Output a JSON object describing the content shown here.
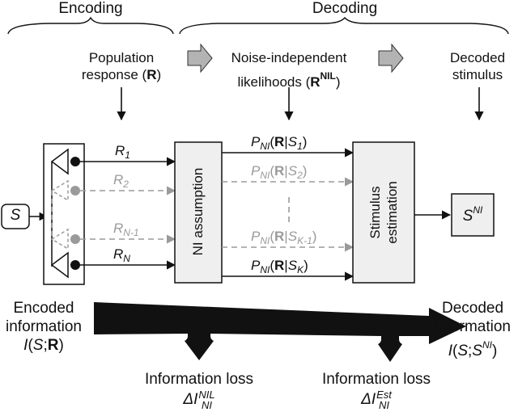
{
  "header": {
    "encoding": "Encoding",
    "decoding": "Decoding"
  },
  "stages": {
    "population_response": "Population response (R)",
    "nil_likelihoods": "Noise-independent likelihoods (R^NIL)",
    "decoded_stimulus": "Decoded stimulus"
  },
  "stimulus": {
    "label": "S"
  },
  "responses": [
    {
      "name": "R1",
      "sym": "R",
      "idx": "1",
      "emphasis": "black"
    },
    {
      "name": "R2",
      "sym": "R",
      "idx": "2",
      "emphasis": "gray"
    },
    {
      "name": "RN-1",
      "sym": "R",
      "idx": "N-1",
      "emphasis": "gray"
    },
    {
      "name": "RN",
      "sym": "R",
      "idx": "N",
      "emphasis": "black"
    }
  ],
  "likelihoods": [
    {
      "name": "PNI(R|S1)",
      "cond": "S",
      "idx": "1",
      "emphasis": "black"
    },
    {
      "name": "PNI(R|S2)",
      "cond": "S",
      "idx": "2",
      "emphasis": "gray"
    },
    {
      "name": "PNI(R|SK-1)",
      "cond": "S",
      "idx": "K-1",
      "emphasis": "gray"
    },
    {
      "name": "PNI(R|SK)",
      "cond": "S",
      "idx": "K",
      "emphasis": "black"
    }
  ],
  "boxes": {
    "ni_assumption": "NI assumption",
    "stimulus_estimation_line1": "Stimulus",
    "stimulus_estimation_line2": "estimation",
    "output": "S^NI"
  },
  "information": {
    "encoded_line1": "Encoded",
    "encoded_line2": "information",
    "encoded_expr": "I(S;R)",
    "decoded_line1": "Decoded",
    "decoded_line2": "information",
    "decoded_expr": "I(S;S^NI)",
    "loss1_label": "Information loss",
    "loss1_sym": "ΔI",
    "loss1_sup": "NIL",
    "loss1_sub": "NI",
    "loss2_label": "Information loss",
    "loss2_sym": "ΔI",
    "loss2_sup": "Est",
    "loss2_sub": "NI"
  },
  "colors": {
    "black": "#111111",
    "gray": "#9a9a9a",
    "box_fill": "#efefef",
    "chevron_fill": "#b3b3b3"
  }
}
